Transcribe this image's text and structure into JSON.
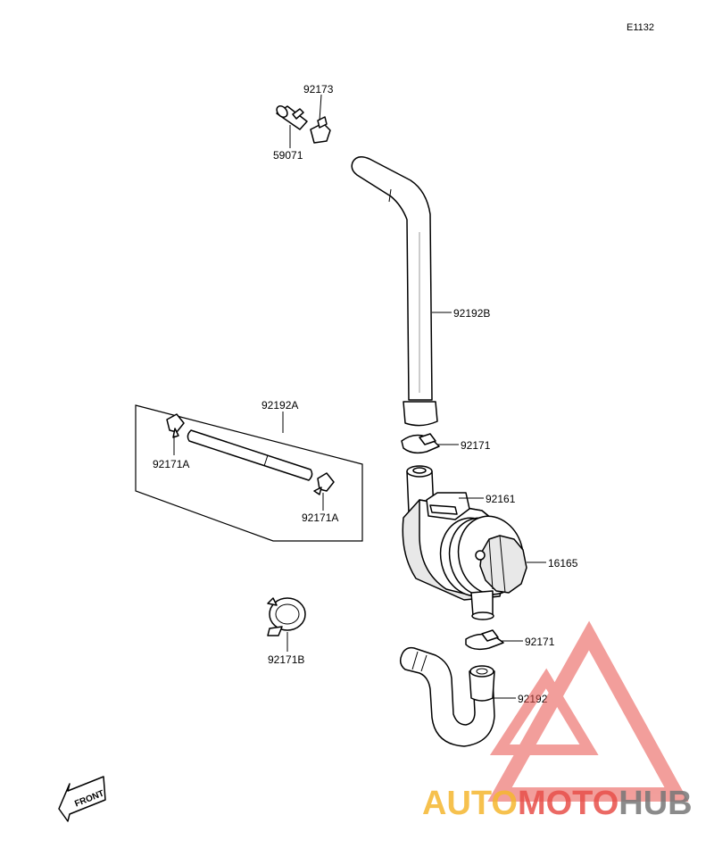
{
  "diagram_code": "E1132",
  "callouts": {
    "p92173": "92173",
    "p59071": "59071",
    "p92192B": "92192B",
    "p92192A": "92192A",
    "p92171A_1": "92171A",
    "p92171A_2": "92171A",
    "p92171_upper": "92171",
    "p92161": "92161",
    "p16165": "16165",
    "p92171_lower": "92171",
    "p92192": "92192",
    "p92171B": "92171B"
  },
  "front_arrow_label": "FRONT",
  "watermark": {
    "text_part1": "AUTO",
    "text_part2": "MOTO",
    "text_part3": "HUB",
    "color1": "#f5b730",
    "color2": "#e8504a",
    "color3": "#777777"
  }
}
